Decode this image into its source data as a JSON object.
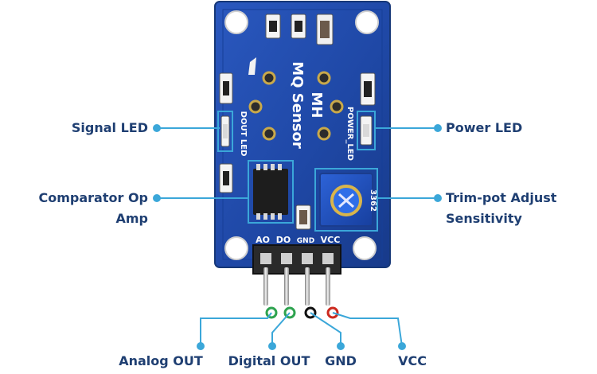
{
  "board": {
    "title_line1": "MH",
    "title_line2": "MQ Sensor",
    "dout_led_label": "DOUT LED",
    "power_led_label": "POWER_LED",
    "trimpot_code": "3362",
    "header_pins": [
      "AO",
      "DO",
      "GND",
      "VCC"
    ]
  },
  "callouts": {
    "signal_led": "Signal LED",
    "power_led": "Power LED",
    "comparator_line1": "Comparator Op",
    "comparator_line2": "Amp",
    "trimpot_line1": "Trim-pot Adjust",
    "trimpot_line2": "Sensitivity",
    "analog_out": "Analog OUT",
    "digital_out": "Digital OUT",
    "gnd": "GND",
    "vcc": "VCC"
  },
  "colors": {
    "pcb_blue": "#1f48a6",
    "callout_cyan": "#3ba7d9",
    "label_navy": "#1f3f72",
    "analog_pin": "#2ea34f",
    "digital_pin": "#2ea34f",
    "gnd_pin": "#111111",
    "vcc_pin": "#cc2a1f"
  }
}
